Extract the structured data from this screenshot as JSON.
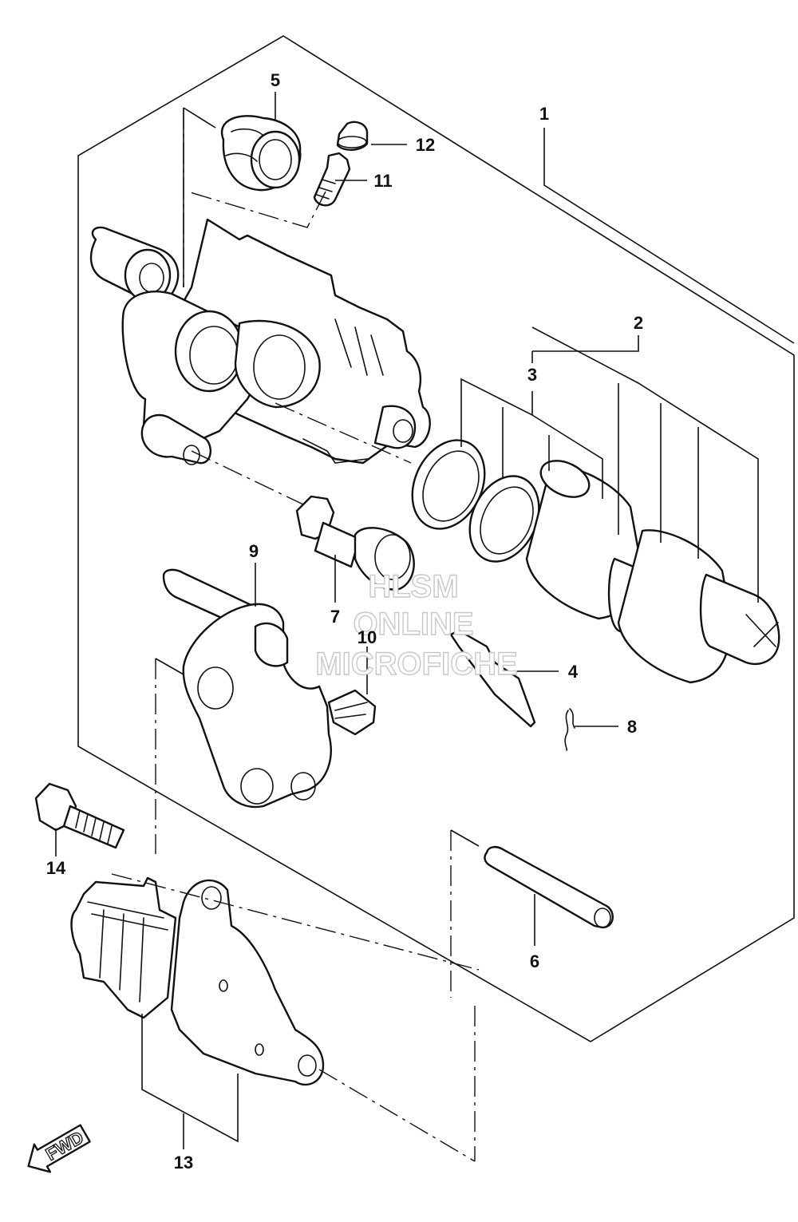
{
  "callouts": [
    {
      "id": "1",
      "label": "1"
    },
    {
      "id": "2",
      "label": "2"
    },
    {
      "id": "3",
      "label": "3"
    },
    {
      "id": "4",
      "label": "4"
    },
    {
      "id": "5",
      "label": "5"
    },
    {
      "id": "6",
      "label": "6"
    },
    {
      "id": "7",
      "label": "7"
    },
    {
      "id": "8",
      "label": "8"
    },
    {
      "id": "9",
      "label": "9"
    },
    {
      "id": "10",
      "label": "10"
    },
    {
      "id": "11",
      "label": "11"
    },
    {
      "id": "12",
      "label": "12"
    },
    {
      "id": "13",
      "label": "13"
    },
    {
      "id": "14",
      "label": "14"
    }
  ],
  "watermark": {
    "line1": "HLSM",
    "line2": "ONLINE",
    "line3": "MICROFICHE"
  },
  "direction_indicator": {
    "label": "FWD",
    "icon": "fwd-arrow-icon"
  },
  "colors": {
    "line": "#111111",
    "background": "#ffffff",
    "watermark_outline": "#c8c8c8"
  }
}
